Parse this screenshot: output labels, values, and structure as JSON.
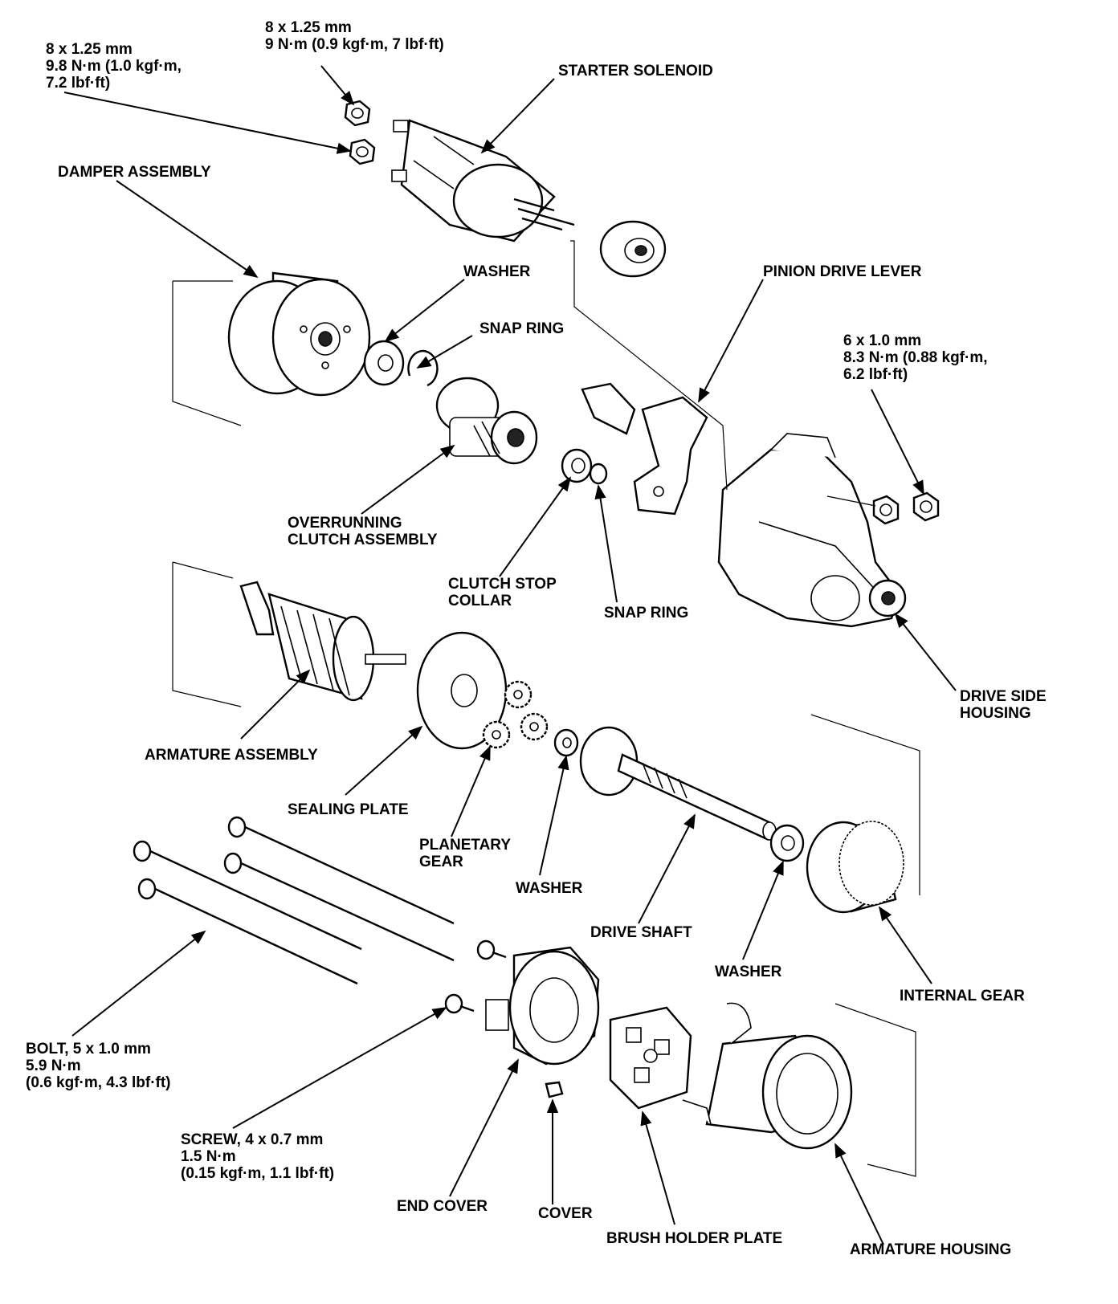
{
  "labels": {
    "solenoid_nut_top": [
      "8 x 1.25 mm",
      "9 N·m (0.9 kgf·m, 7 lbf·ft)"
    ],
    "solenoid_nut_left": [
      "8 x 1.25 mm",
      "9.8 N·m (1.0 kgf·m,",
      "7.2 lbf·ft)"
    ],
    "starter_solenoid": "STARTER SOLENOID",
    "damper_assembly": "DAMPER ASSEMBLY",
    "washer_top": "WASHER",
    "snap_ring_top": "SNAP RING",
    "pinion_drive_lever": "PINION DRIVE LEVER",
    "housing_nut": [
      "6 x 1.0 mm",
      "8.3 N·m (0.88 kgf·m,",
      "6.2 lbf·ft)"
    ],
    "overrunning_clutch": [
      "OVERRUNNING",
      "CLUTCH ASSEMBLY"
    ],
    "clutch_stop_collar": [
      "CLUTCH STOP",
      "COLLAR"
    ],
    "snap_ring_mid": "SNAP RING",
    "drive_side_housing": [
      "DRIVE SIDE",
      "HOUSING"
    ],
    "armature_assembly": "ARMATURE ASSEMBLY",
    "sealing_plate": "SEALING PLATE",
    "planetary_gear": [
      "PLANETARY",
      "GEAR"
    ],
    "washer_mid": "WASHER",
    "drive_shaft": "DRIVE SHAFT",
    "washer_right": "WASHER",
    "internal_gear": "INTERNAL GEAR",
    "bolt": [
      "BOLT, 5 x 1.0 mm",
      "5.9 N·m",
      "(0.6 kgf·m, 4.3 lbf·ft)"
    ],
    "screw": [
      "SCREW, 4 x 0.7 mm",
      "1.5 N·m",
      "(0.15 kgf·m, 1.1 lbf·ft)"
    ],
    "end_cover": "END COVER",
    "cover": "COVER",
    "brush_holder_plate": "BRUSH HOLDER PLATE",
    "armature_housing": "ARMATURE HOUSING"
  }
}
